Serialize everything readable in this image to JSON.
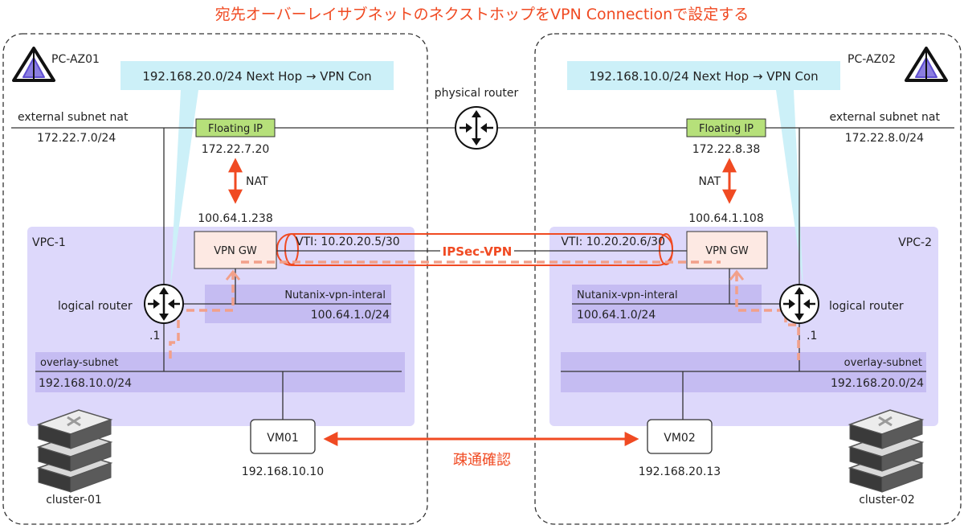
{
  "title": "宛先オーバーレイサブネットのネクストホップをVPN Connectionで設定する",
  "physical_router": "physical router",
  "ipsec_label": "IPSec-VPN",
  "ping_label": "疎通確認",
  "colors": {
    "accent": "#f04a22",
    "vpc": "#ddd8fb",
    "subnet": "#c5bcf2",
    "callout": "#ccf0f8",
    "fip": "#b6e07a",
    "vpngw": "#fde9e3",
    "dash": "#f2a08a"
  },
  "left": {
    "pc": "PC-AZ01",
    "callout": "192.168.20.0/24 Next Hop → VPN Con",
    "ext_label": "external subnet nat",
    "ext_cidr": "172.22.7.0/24",
    "fip_label": "Floating IP",
    "fip_ip": "172.22.7.20",
    "nat": "NAT",
    "gw_ip": "100.64.1.238",
    "vpc": "VPC-1",
    "vpn_gw": "VPN GW",
    "vti": "VTI: 10.20.20.5/30",
    "internal_name": "Nutanix-vpn-interal",
    "internal_cidr": "100.64.1.0/24",
    "lr_label": "logical router",
    "lr_ip": ".1",
    "overlay_name": "overlay-subnet",
    "overlay_cidr": "192.168.10.0/24",
    "vm": "VM01",
    "vm_ip": "192.168.10.10",
    "cluster": "cluster-01"
  },
  "right": {
    "pc": "PC-AZ02",
    "callout": "192.168.10.0/24 Next Hop → VPN Con",
    "ext_label": "external subnet nat",
    "ext_cidr": "172.22.8.0/24",
    "fip_label": "Floating IP",
    "fip_ip": "172.22.8.38",
    "nat": "NAT",
    "gw_ip": "100.64.1.108",
    "vpc": "VPC-2",
    "vpn_gw": "VPN GW",
    "vti": "VTI: 10.20.20.6/30",
    "internal_name": "Nutanix-vpn-interal",
    "internal_cidr": "100.64.1.0/24",
    "lr_label": "logical router",
    "lr_ip": ".1",
    "overlay_name": "overlay-subnet",
    "overlay_cidr": "192.168.20.0/24",
    "vm": "VM02",
    "vm_ip": "192.168.20.13",
    "cluster": "cluster-02"
  }
}
